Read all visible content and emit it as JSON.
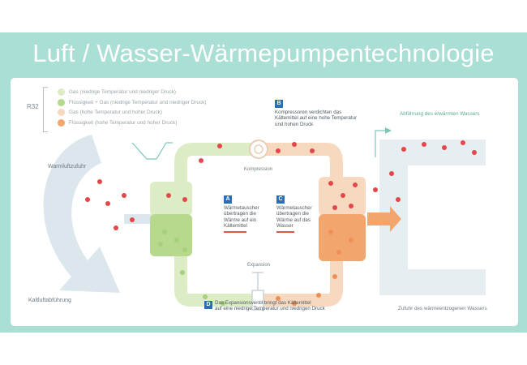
{
  "title": "Luft / Wasser-Wärmepumpentechnologie",
  "legend": {
    "refrigerant": "R32",
    "items": [
      {
        "label": "Gas (niedrige Temperatur und niedriger Druck)",
        "color": "#dcecc4"
      },
      {
        "label": "Flüssigkeit + Gas (niedrige Temperatur und niedriger Druck)",
        "color": "#b6d98d"
      },
      {
        "label": "Gas (hohe Temperatur und hoher Druck)",
        "color": "#f7d9c0"
      },
      {
        "label": "Flüssigkeit (hohe Temperatur und hoher Druck)",
        "color": "#f3a56e"
      }
    ]
  },
  "labels": {
    "warmluftzufuhr": "Warmluftzufuhr",
    "kaltluftabfuehrung": "Kaltluftabführung",
    "kompression": "Kompression",
    "expansion": "Expansion",
    "abfuehrung_wasser": "Abführung des erwärmten Wassers",
    "zufuhr_wasser": "Zufuhr des wärmeentzogenen Wassers"
  },
  "steps": {
    "A": {
      "badge": "A",
      "lines": [
        "Wärmetauscher",
        "übertragen die",
        "Wärme auf ein",
        "Kältemittel"
      ]
    },
    "B": {
      "badge": "B",
      "lines": [
        "Kompressoren verdichten das",
        "Kältemittel auf eine hohe Temperatur",
        "und hohen Druck"
      ]
    },
    "C": {
      "badge": "C",
      "lines": [
        "Wärmetauscher",
        "übertragen die",
        "Wärme auf das",
        "Wasser"
      ]
    },
    "D": {
      "badge": "D",
      "lines": [
        "Das Expansionsventil bringt das Kältemittel",
        "auf eine niedrige Temperatur und niedrigen Druck"
      ]
    }
  },
  "colors": {
    "banner": "#a9dfd5",
    "air_flow": "#dbe7ec",
    "water_flow": "#e6eef2",
    "green_gas": "#dcecc4",
    "green_liquid": "#b6d98d",
    "orange_gas": "#f7d9c0",
    "orange_liquid": "#f3a56e",
    "heat_dot": "#e4474a",
    "badge": "#2a6fb6",
    "accent_line": "#7cc8b8"
  }
}
